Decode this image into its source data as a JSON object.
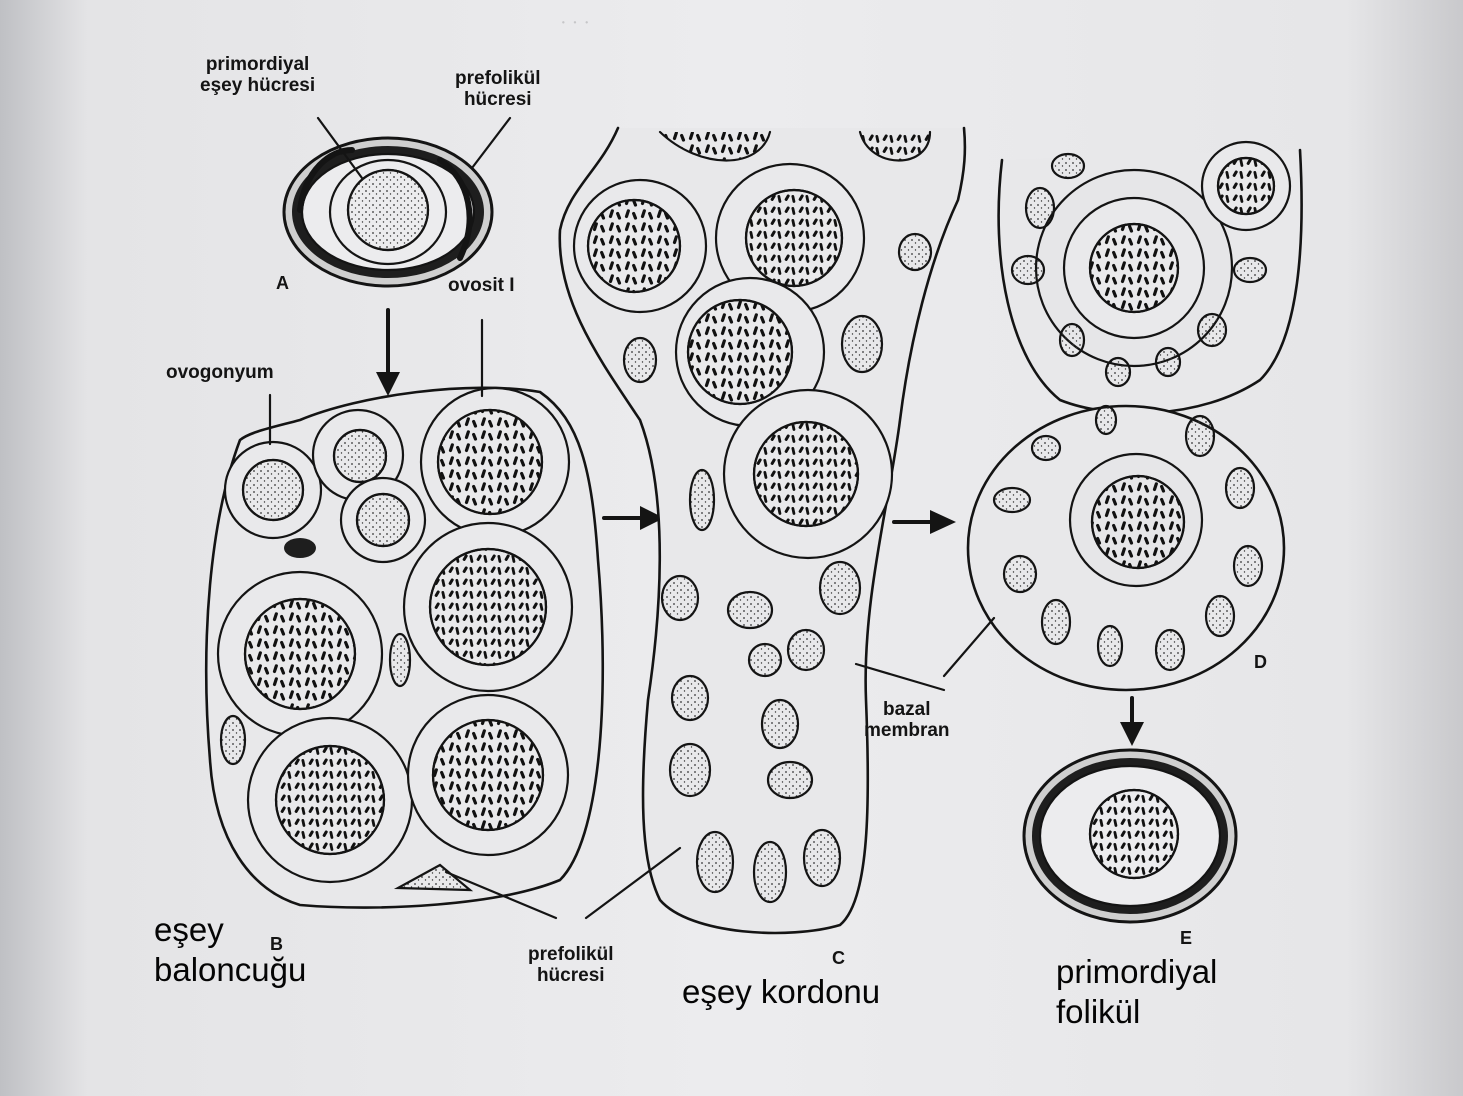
{
  "labels": {
    "primordiyal_esey_hucresi": [
      "primordiyal",
      "eşey hücresi"
    ],
    "prefolikul_hucresi_top": [
      "prefolikül",
      "hücresi"
    ],
    "ovosit": "ovosit I",
    "ovogonyum": "ovogonyum",
    "bazal_membran": [
      "bazal",
      "membran"
    ],
    "prefolikul_hucresi_bottom": [
      "prefolikül",
      "hücresi"
    ]
  },
  "panel_letters": {
    "a": "A",
    "b": "B",
    "c": "C",
    "d": "D",
    "e": "E"
  },
  "captions": {
    "esey_baloncugu": [
      "eşey",
      "baloncuğu"
    ],
    "esey_kordonu": "eşey kordonu",
    "primordiyal_folikul": [
      "primordiyal",
      "folikül"
    ]
  },
  "colors": {
    "ink": "#141414",
    "paper": "#ececee",
    "caption": "#050505"
  }
}
